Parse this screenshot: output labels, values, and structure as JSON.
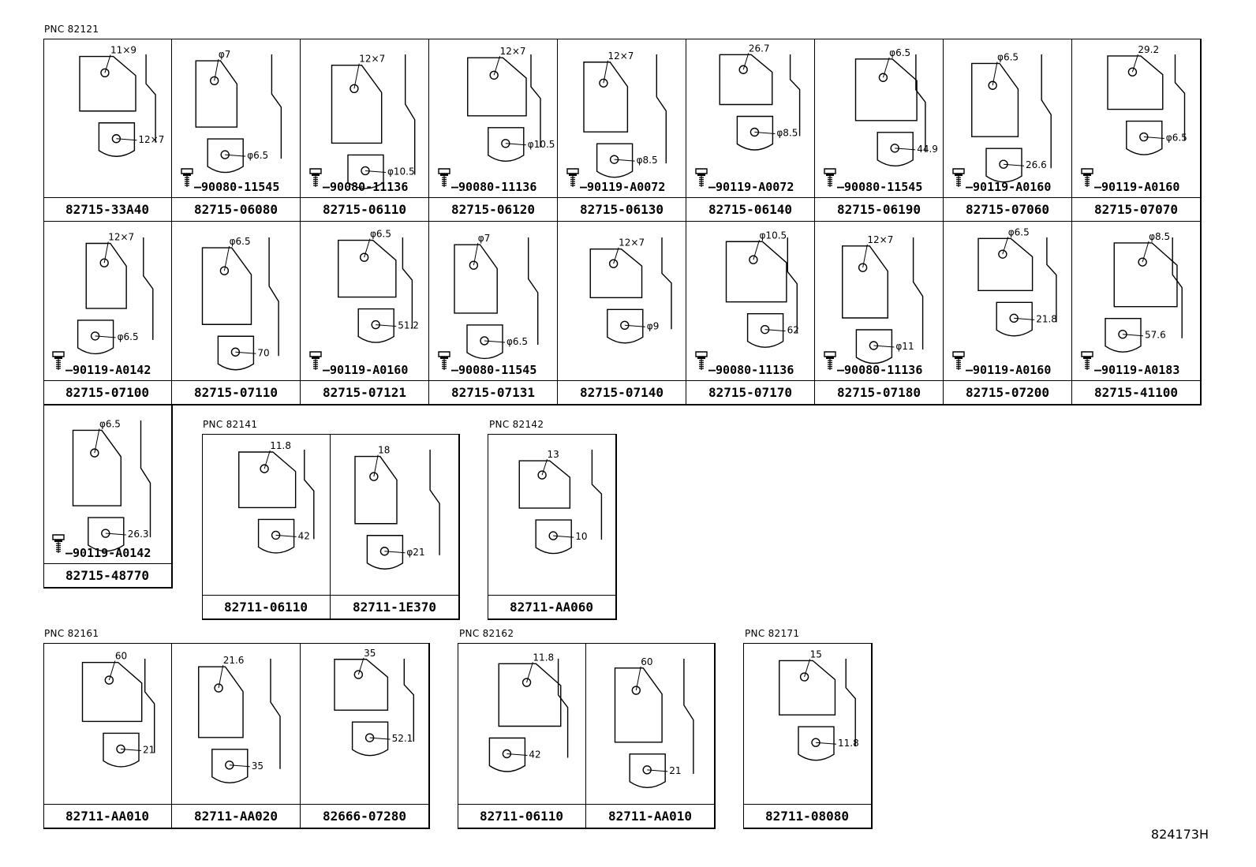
{
  "figure_id": "824173H",
  "groups": [
    {
      "pnc": "PNC 82121",
      "cells": [
        {
          "part": "82715-33A40",
          "bolt": "",
          "dims": [
            "11×9",
            "12×7"
          ]
        },
        {
          "part": "82715-06080",
          "bolt": "90080-11545",
          "dims": [
            "φ7",
            "φ6.5"
          ]
        },
        {
          "part": "82715-06110",
          "bolt": "90080-11136",
          "dims": [
            "12×7",
            "φ10.5"
          ]
        },
        {
          "part": "82715-06120",
          "bolt": "90080-11136",
          "dims": [
            "12×7",
            "φ10.5"
          ]
        },
        {
          "part": "82715-06130",
          "bolt": "90119-A0072",
          "dims": [
            "12×7",
            "φ8.5"
          ]
        },
        {
          "part": "82715-06140",
          "bolt": "90119-A0072",
          "dims": [
            "26.7",
            "φ8.5"
          ]
        },
        {
          "part": "82715-06190",
          "bolt": "90080-11545",
          "dims": [
            "φ6.5",
            "44.9"
          ]
        },
        {
          "part": "82715-07060",
          "bolt": "90119-A0160",
          "dims": [
            "φ6.5",
            "26.6"
          ]
        },
        {
          "part": "82715-07070",
          "bolt": "90119-A0160",
          "dims": [
            "29.2",
            "φ6.5"
          ]
        },
        {
          "part": "82715-07100",
          "bolt": "90119-A0142",
          "dims": [
            "12×7",
            "φ6.5"
          ]
        },
        {
          "part": "82715-07110",
          "bolt": "",
          "dims": [
            "φ6.5",
            "70"
          ]
        },
        {
          "part": "82715-07121",
          "bolt": "90119-A0160",
          "dims": [
            "φ6.5",
            "51.2"
          ]
        },
        {
          "part": "82715-07131",
          "bolt": "90080-11545",
          "dims": [
            "φ7",
            "φ6.5"
          ]
        },
        {
          "part": "82715-07140",
          "bolt": "",
          "dims": [
            "12×7",
            "φ9"
          ]
        },
        {
          "part": "82715-07170",
          "bolt": "90080-11136",
          "dims": [
            "φ10.5",
            "62"
          ]
        },
        {
          "part": "82715-07180",
          "bolt": "90080-11136",
          "dims": [
            "12×7",
            "φ11"
          ]
        },
        {
          "part": "82715-07200",
          "bolt": "90119-A0160",
          "dims": [
            "φ6.5",
            "21.8"
          ]
        },
        {
          "part": "82715-41100",
          "bolt": "90119-A0183",
          "dims": [
            "φ8.5",
            "57.6"
          ]
        },
        {
          "part": "82715-48770",
          "bolt": "90119-A0142",
          "dims": [
            "φ6.5",
            "26.3"
          ]
        }
      ]
    },
    {
      "pnc": "PNC 82141",
      "cells": [
        {
          "part": "82711-06110",
          "dims": [
            "11.8",
            "42"
          ]
        },
        {
          "part": "82711-1E370",
          "dims": [
            "18",
            "φ21"
          ]
        }
      ]
    },
    {
      "pnc": "PNC 82142",
      "cells": [
        {
          "part": "82711-AA060",
          "dims": [
            "13",
            "10"
          ]
        }
      ]
    },
    {
      "pnc": "PNC 82161",
      "cells": [
        {
          "part": "82711-AA010",
          "dims": [
            "60",
            "21"
          ]
        },
        {
          "part": "82711-AA020",
          "dims": [
            "21.6",
            "35"
          ]
        },
        {
          "part": "82666-07280",
          "dims": [
            "35",
            "52.1"
          ]
        }
      ]
    },
    {
      "pnc": "PNC 82162",
      "cells": [
        {
          "part": "82711-06110",
          "dims": [
            "11.8",
            "42"
          ]
        },
        {
          "part": "82711-AA010",
          "dims": [
            "60",
            "21"
          ]
        }
      ]
    },
    {
      "pnc": "PNC 82171",
      "cells": [
        {
          "part": "82711-08080",
          "dims": [
            "15",
            "11.8"
          ]
        }
      ]
    }
  ]
}
